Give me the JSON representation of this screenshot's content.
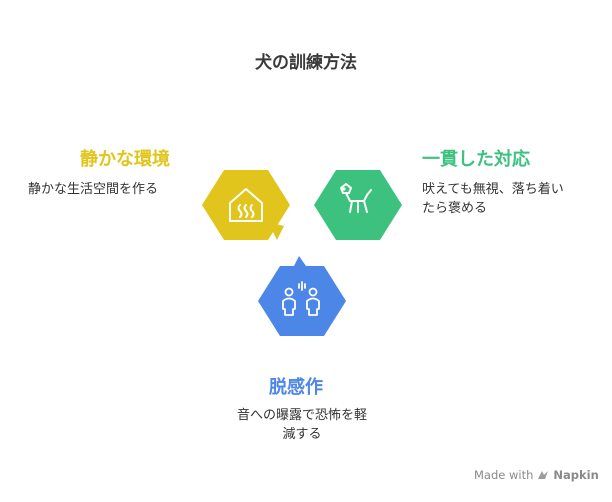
{
  "title": "犬の訓練方法",
  "colors": {
    "yellow": "#E2C51C",
    "green": "#3CC27E",
    "blue": "#4C86E6"
  },
  "items": [
    {
      "heading": "静かな環境",
      "description_lines": [
        "静かな生活空間を作る"
      ],
      "icon": "house-heat-icon",
      "color": "#E2C51C"
    },
    {
      "heading": "一貫した対応",
      "description_lines": [
        "吠えても無視、落ち着い",
        "たら褒める"
      ],
      "icon": "dog-icon",
      "color": "#3CC27E"
    },
    {
      "heading": "脱感作",
      "description_lines": [
        "音への曝露で恐怖を軽",
        "減する"
      ],
      "icon": "people-sound-icon",
      "color": "#4C86E6"
    }
  ],
  "footer": {
    "made_with": "Made with",
    "brand": "Napkin"
  }
}
